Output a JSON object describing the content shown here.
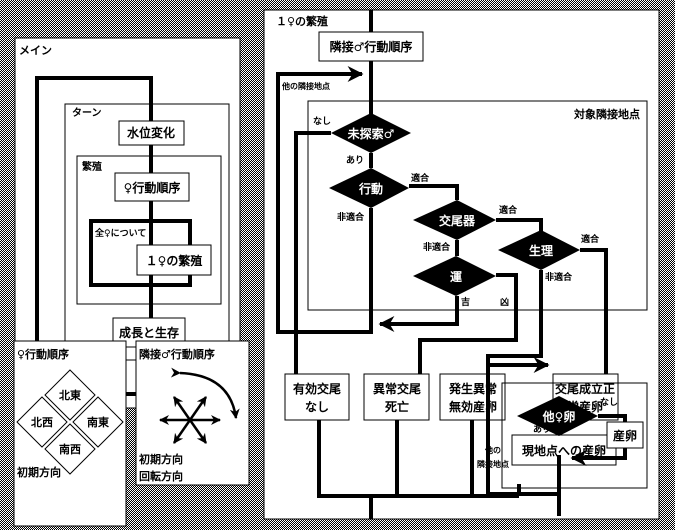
{
  "main_panel": {
    "title": "メイン",
    "turn_label": "ターン",
    "water_level": "水位変化",
    "breeding_label": "繁殖",
    "female_order": "♀行動順序",
    "for_all_females": "全♀について",
    "one_female_breeding": "１♀の繁殖",
    "growth_survival": "成長と生存"
  },
  "female_order_panel": {
    "title": "♀行動順序",
    "directions": [
      "北東",
      "北西",
      "南東",
      "南西"
    ],
    "caption": "初期方向"
  },
  "male_order_panel": {
    "title": "隣接♂行動順序",
    "caption_line1": "初期方向",
    "caption_line2": "回転方向"
  },
  "flow_panel": {
    "title": "１♀の繁殖",
    "adjacent_male_order": "隣接♂行動順序",
    "other_adjacent_point": "他の隣接地点",
    "target_adjacent_point": "対象隣接地点",
    "none": "なし",
    "exists": "あり",
    "suitable": "適合",
    "unsuitable": "非適合",
    "lucky": "吉",
    "unlucky": "凶",
    "decisions": {
      "unexplored_male": "未探索♂",
      "behavior": "行動",
      "copulatory_organ": "交尾器",
      "luck": "運",
      "physiology": "生理",
      "other_female_egg": "他♀卵"
    },
    "outcomes": {
      "no_valid_mating_l1": "有効交尾",
      "no_valid_mating_l2": "なし",
      "abnormal_mating_l1": "異常交尾",
      "abnormal_mating_l2": "死亡",
      "developmental_l1": "発生異常",
      "developmental_l2": "無効産卵",
      "success_l1": "交尾成立正",
      "success_l2": "常産卵"
    },
    "lay_here": "現地点への産卵",
    "other_l1": "他の",
    "other_l2": "隣接地点",
    "lay_egg": "産卵"
  }
}
